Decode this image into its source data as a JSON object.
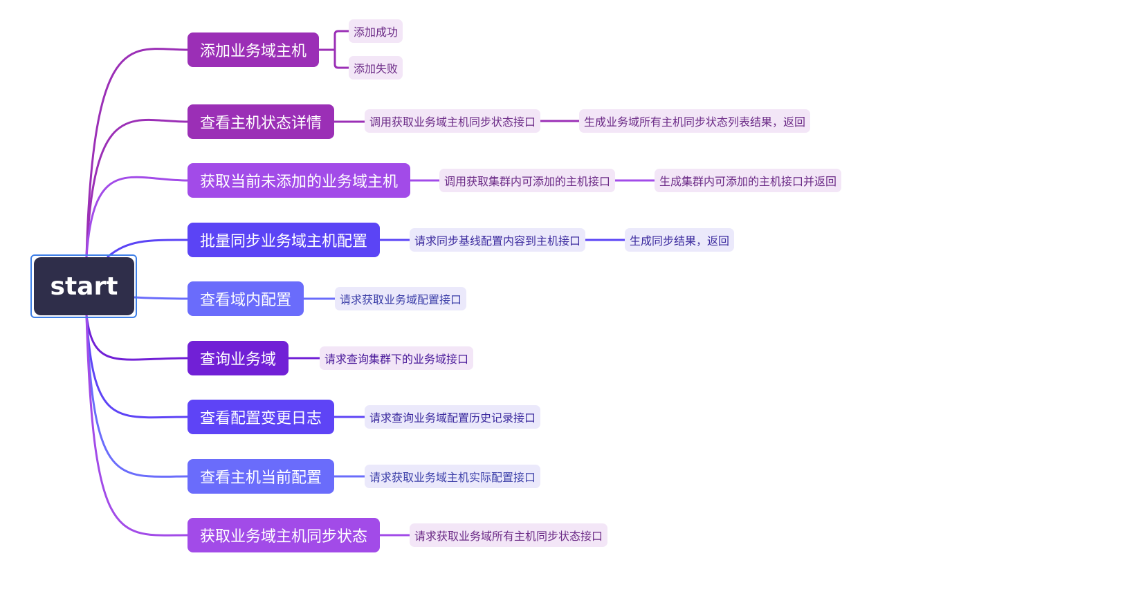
{
  "root": {
    "label": "start"
  },
  "colors": {
    "root_bg": "#2f2e4a",
    "root_frame": "#3d7ee6",
    "palette": [
      "#9b2fb6",
      "#9b2fb6",
      "#a24be8",
      "#5b44f5",
      "#6a6cfb",
      "#7120d6",
      "#5e44f6",
      "#6a6cfb",
      "#a24be8"
    ],
    "leaf_bg_purple": "#f3e6f7",
    "leaf_bg_blue": "#ebe9fb"
  },
  "branches": [
    {
      "label": "添加业务域主机",
      "children": [
        {
          "label": "添加成功"
        },
        {
          "label": "添加失败"
        }
      ]
    },
    {
      "label": "查看主机状态详情",
      "children": [
        {
          "label": "调用获取业务域主机同步状态接口",
          "children": [
            {
              "label": "生成业务域所有主机同步状态列表结果，返回"
            }
          ]
        }
      ]
    },
    {
      "label": "获取当前未添加的业务域主机",
      "children": [
        {
          "label": "调用获取集群内可添加的主机接口",
          "children": [
            {
              "label": "生成集群内可添加的主机接口并返回"
            }
          ]
        }
      ]
    },
    {
      "label": "批量同步业务域主机配置",
      "children": [
        {
          "label": "请求同步基线配置内容到主机接口",
          "children": [
            {
              "label": "生成同步结果，返回"
            }
          ]
        }
      ]
    },
    {
      "label": "查看域内配置",
      "children": [
        {
          "label": "请求获取业务域配置接口"
        }
      ]
    },
    {
      "label": "查询业务域",
      "children": [
        {
          "label": "请求查询集群下的业务域接口"
        }
      ]
    },
    {
      "label": "查看配置变更日志",
      "children": [
        {
          "label": "请求查询业务域配置历史记录接口"
        }
      ]
    },
    {
      "label": "查看主机当前配置",
      "children": [
        {
          "label": "请求获取业务域主机实际配置接口"
        }
      ]
    },
    {
      "label": "获取业务域主机同步状态",
      "children": [
        {
          "label": "请求获取业务域所有主机同步状态接口"
        }
      ]
    }
  ]
}
